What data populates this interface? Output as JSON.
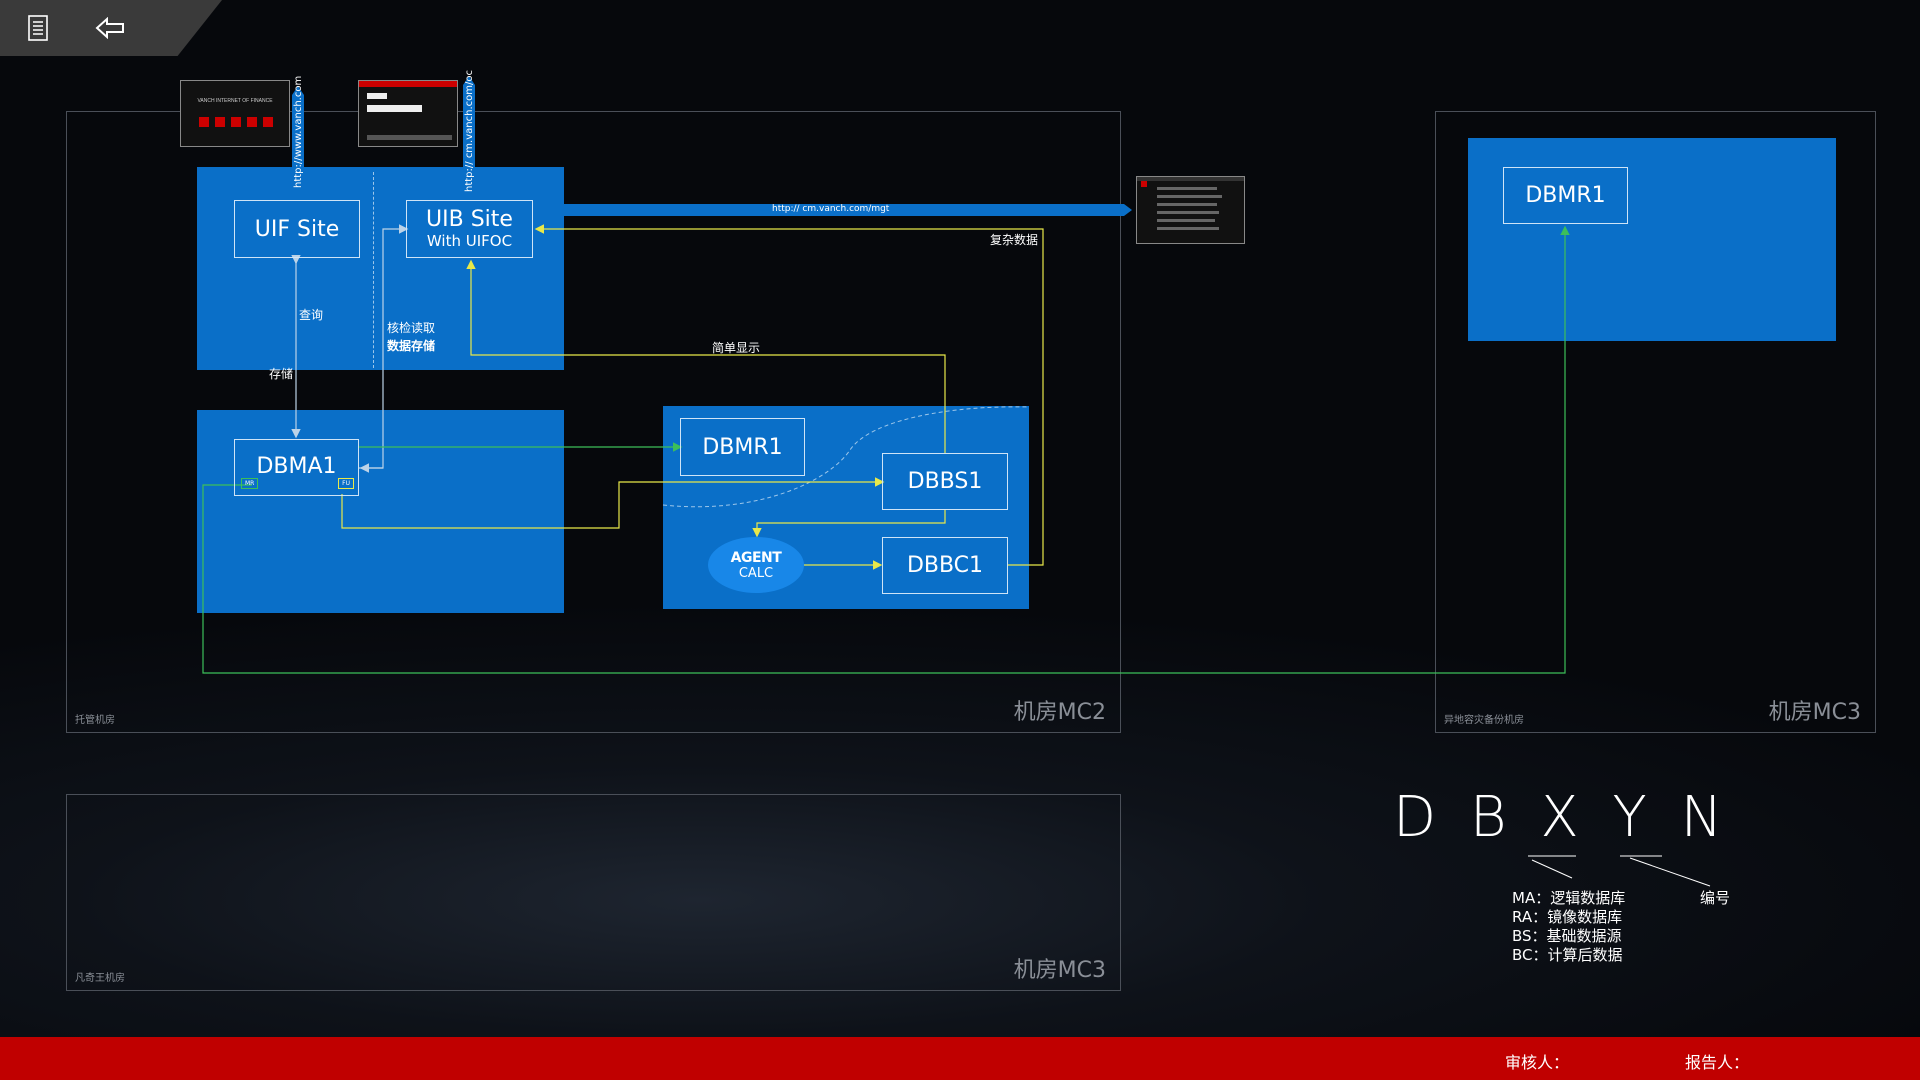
{
  "toolbar": {
    "menu_icon": "document-list-icon",
    "back_icon": "back-arrow-icon"
  },
  "rooms": {
    "mc2": {
      "big": "机房MC2",
      "small": "托管机房"
    },
    "mc3_right": {
      "big": "机房MC3",
      "small": "异地容灾备份机房"
    },
    "mc3_bottom": {
      "big": "机房MC3",
      "small": "凡奇王机房"
    }
  },
  "nodes": {
    "uif": {
      "label": "UIF Site"
    },
    "uib": {
      "label": "UIB Site",
      "sub": "With UIFOC"
    },
    "dbma1": {
      "label": "DBMA1",
      "tag_left": "MR",
      "tag_right": "FU"
    },
    "dbmr1": {
      "label": "DBMR1"
    },
    "dbbs1": {
      "label": "DBBS1"
    },
    "dbbc1": {
      "label": "DBBC1"
    },
    "agent": {
      "label": "AGENT",
      "sub": "CALC"
    },
    "dbmr1_remote": {
      "label": "DBMR1"
    }
  },
  "urls": {
    "uif_url": "http://www.vanch.com",
    "uib_url": "http:// cm.vanch.com/oc",
    "mgt_url": "http:// cm.vanch.com/mgt"
  },
  "labels": {
    "query": "查询",
    "store": "存储",
    "check_read": "核检读取",
    "data_store": "数据存储",
    "simple_display": "简单显示",
    "complex_data": "复杂数据"
  },
  "thumbs": {
    "thumb1_title": "VANCH INTERNET OF FINANCE"
  },
  "legend": {
    "code": "D B X Y N",
    "number_label": "编号",
    "items": [
      "MA：逻辑数据库",
      "RA：镜像数据库",
      "BS：基础数据源",
      "BC：计算后数据"
    ]
  },
  "footer": {
    "reviewer": "审核人：",
    "reporter": "报告人："
  },
  "colors": {
    "accent_blue": "#0a6fc8",
    "link_yellow": "#e8e84a",
    "link_green": "#3cbf5a",
    "footer_red": "#c00000"
  }
}
